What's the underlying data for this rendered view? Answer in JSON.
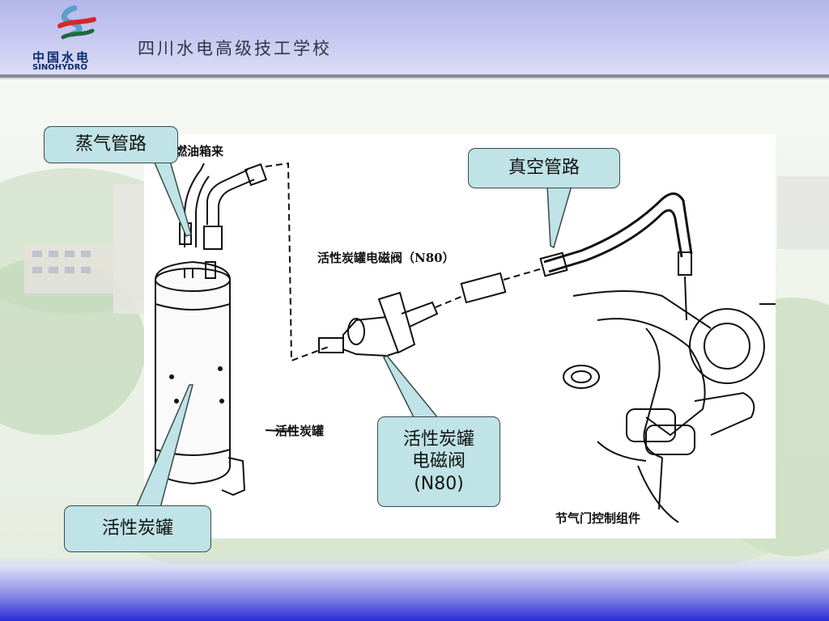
{
  "header": {
    "logo_cn": "中国水电",
    "logo_en": "SINOHYDRO",
    "school_name": "四川水电高级技工学校"
  },
  "diagram": {
    "labels": {
      "fuel_tank": "燃油箱来",
      "solenoid": "活性炭罐电磁阀（N80）",
      "canister": "活性炭罐",
      "throttle": "节气门控制组件"
    }
  },
  "callouts": {
    "steam_line": "蒸气管路",
    "vacuum_line": "真空管路",
    "canister": "活性炭罐",
    "solenoid_line1": "活性炭罐",
    "solenoid_line2": "电磁阀",
    "solenoid_line3": "(N80)"
  },
  "colors": {
    "callout_fill": "#bfe3e6",
    "header_band": "#b4b6ea",
    "footer_band": "#2a2ad6"
  }
}
